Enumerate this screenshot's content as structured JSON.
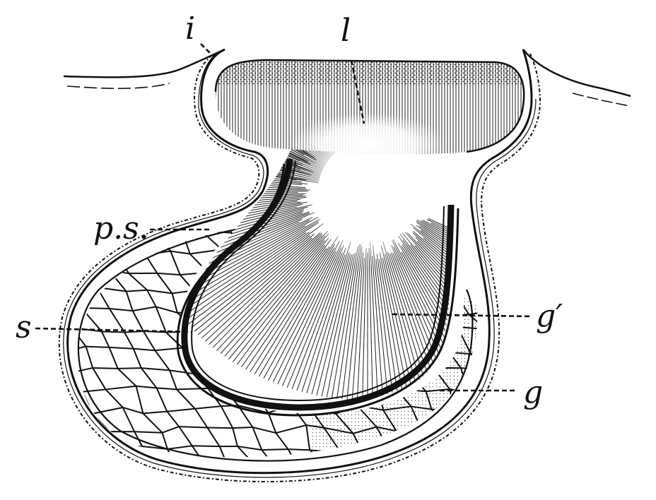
{
  "figure": {
    "labels": {
      "i": "i",
      "l": "l",
      "ps": "p.s.",
      "s": "s",
      "g_prime": "g′",
      "g": "g"
    }
  },
  "colors": {
    "ink": "#111111",
    "paper": "#ffffff"
  }
}
